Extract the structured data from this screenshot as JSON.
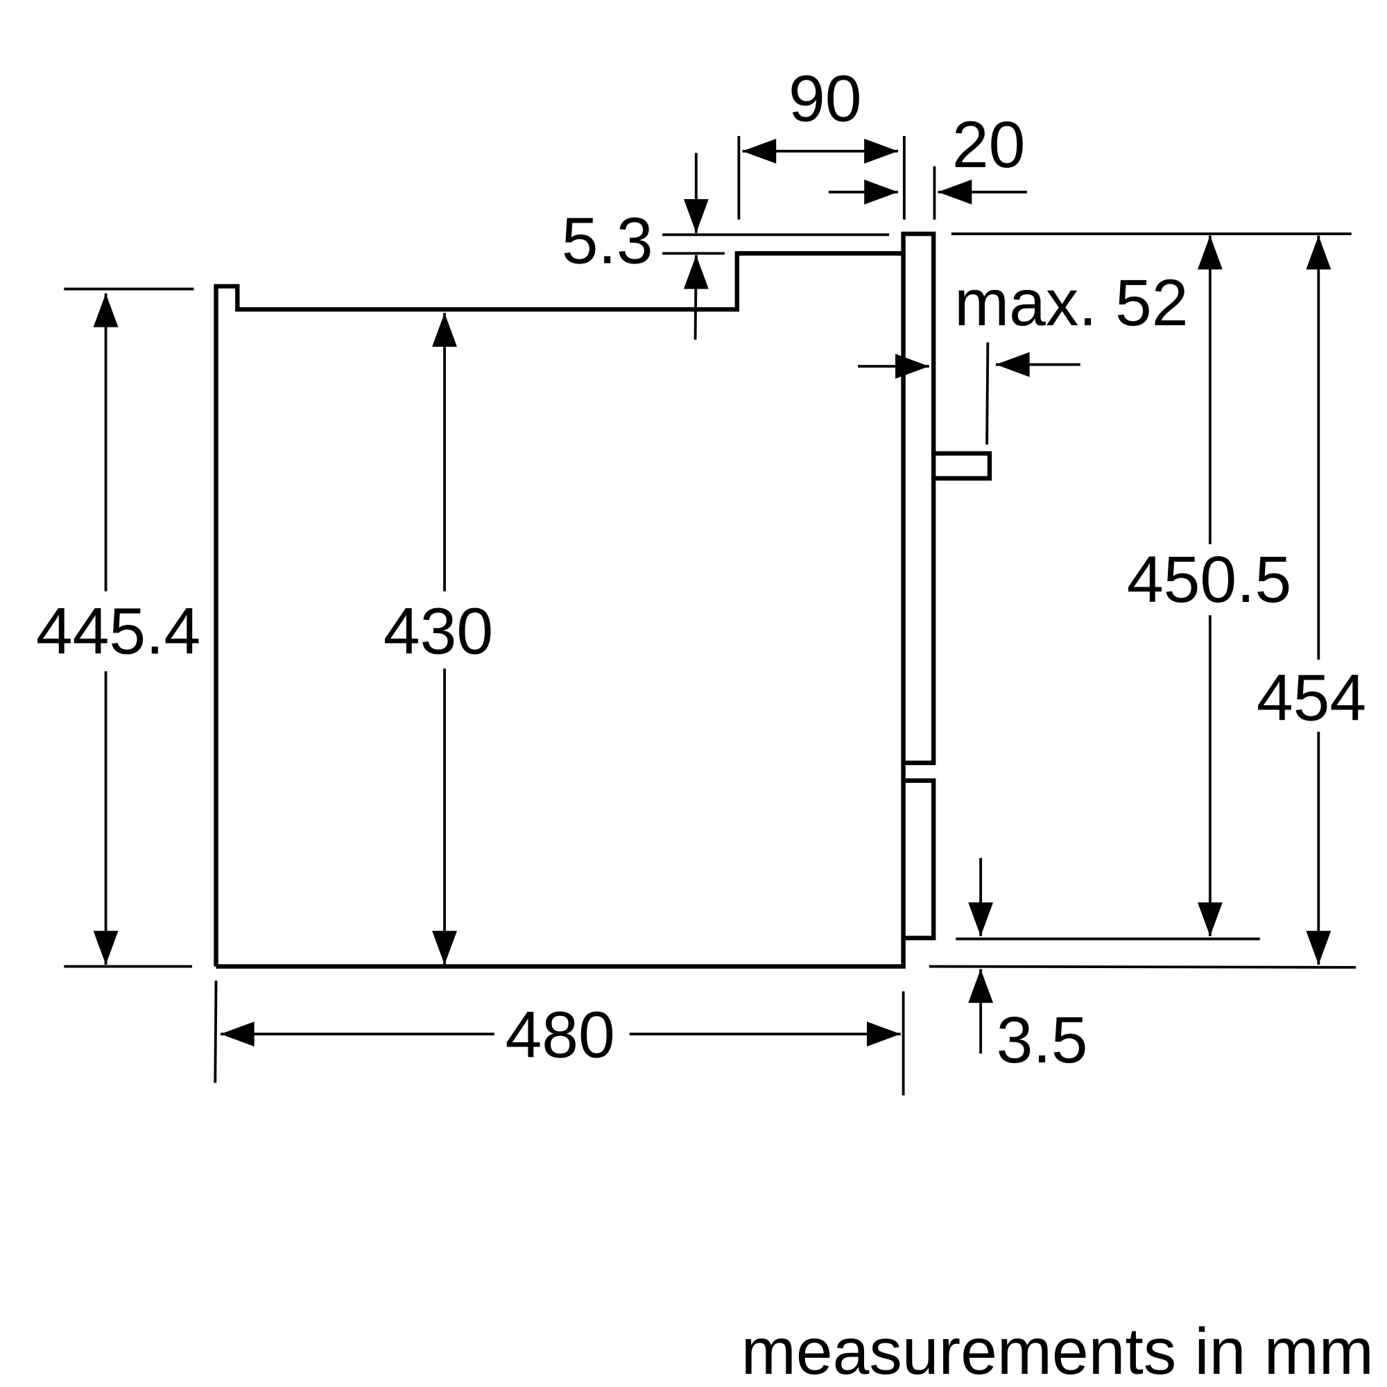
{
  "dimensions": {
    "overall_height_left": "445.4",
    "cavity_height": "430",
    "width": "480",
    "top_step": "90",
    "door_thickness": "20",
    "step_height": "5.3",
    "handle_depth": "max. 52",
    "door_height": "450.5",
    "total_height": "454",
    "bottom_offset": "3.5"
  },
  "note": "measurements in mm"
}
